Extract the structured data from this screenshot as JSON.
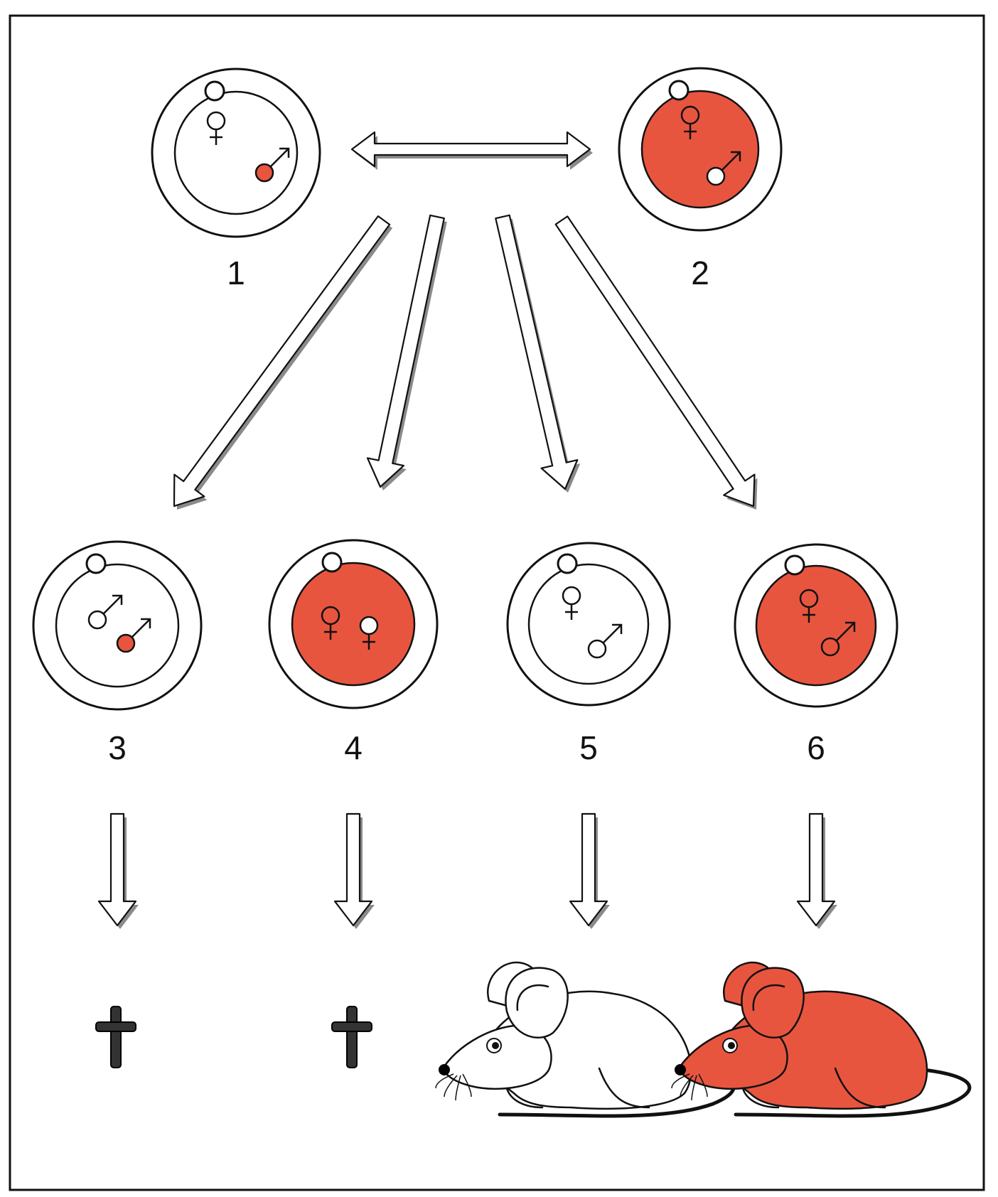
{
  "colors": {
    "red": "#e8553f",
    "white": "#ffffff",
    "ink": "#111111",
    "cross": "#333333"
  },
  "symbols": {
    "female": "♀",
    "male": "♂"
  },
  "cells": [
    {
      "label": "1",
      "cytoplasm": "white",
      "pronuclei": [
        {
          "sex": "female",
          "fill": "white"
        },
        {
          "sex": "male",
          "fill": "red"
        }
      ]
    },
    {
      "label": "2",
      "cytoplasm": "red",
      "pronuclei": [
        {
          "sex": "female",
          "fill": "red"
        },
        {
          "sex": "male",
          "fill": "white"
        }
      ]
    },
    {
      "label": "3",
      "cytoplasm": "white",
      "pronuclei": [
        {
          "sex": "male",
          "fill": "white"
        },
        {
          "sex": "male",
          "fill": "red"
        }
      ]
    },
    {
      "label": "4",
      "cytoplasm": "red",
      "pronuclei": [
        {
          "sex": "female",
          "fill": "red"
        },
        {
          "sex": "female",
          "fill": "white"
        }
      ]
    },
    {
      "label": "5",
      "cytoplasm": "white",
      "pronuclei": [
        {
          "sex": "female",
          "fill": "white"
        },
        {
          "sex": "male",
          "fill": "white"
        }
      ]
    },
    {
      "label": "6",
      "cytoplasm": "red",
      "pronuclei": [
        {
          "sex": "female",
          "fill": "red"
        },
        {
          "sex": "male",
          "fill": "red"
        }
      ]
    }
  ],
  "outcomes": [
    {
      "for": "3",
      "type": "cross"
    },
    {
      "for": "4",
      "type": "cross"
    },
    {
      "for": "5",
      "type": "mouse",
      "color": "white"
    },
    {
      "for": "6",
      "type": "mouse",
      "color": "red"
    }
  ]
}
